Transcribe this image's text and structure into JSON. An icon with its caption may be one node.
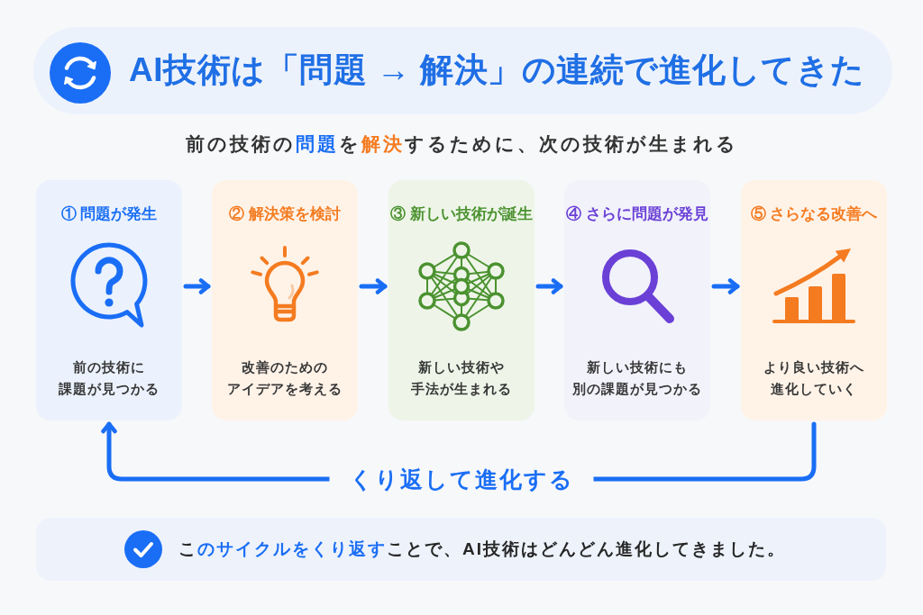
{
  "diagram": {
    "title": "AI技術は「問題 → 解決」の連続で進化してきた",
    "nodes": [
      {
        "text": [
          "① 問題が発生",
          "前の技術に課題が見つかる"
        ]
      },
      {
        "text": [
          "② 解決策を検討",
          "改善のためのアイデアを考える"
        ]
      },
      {
        "text": [
          "③ 新しい技術が誕生",
          "新しい技術や手法が生まれる"
        ]
      },
      {
        "text": [
          "④ さらに問題が発見",
          "新しい技術にも別の課題が見つかる"
        ]
      },
      {
        "text": [
          "⑤ さらなる改善へ",
          "より良い技術へ進化していく"
        ]
      },
      {
        "text": [
          "こ**のサイクルをくり返す**ことで、AI技術はどんどん進化してきました。"
        ]
      }
    ],
    "edges": [
      {
        "from": 0,
        "to": 1,
        "arrow": "to"
      },
      {
        "from": 1,
        "to": 2,
        "arrow": "to"
      },
      {
        "from": 2,
        "to": 3,
        "arrow": "to"
      },
      {
        "from": 3,
        "to": 4,
        "arrow": "to"
      },
      {
        "from": 4,
        "to": 0,
        "arrow": "to",
        "label": "くり返して進化する"
      }
    ],
    "labels": [
      "前の技術の**問題**を**解決**するために、次の技術が生まれる"
    ]
  }
}
